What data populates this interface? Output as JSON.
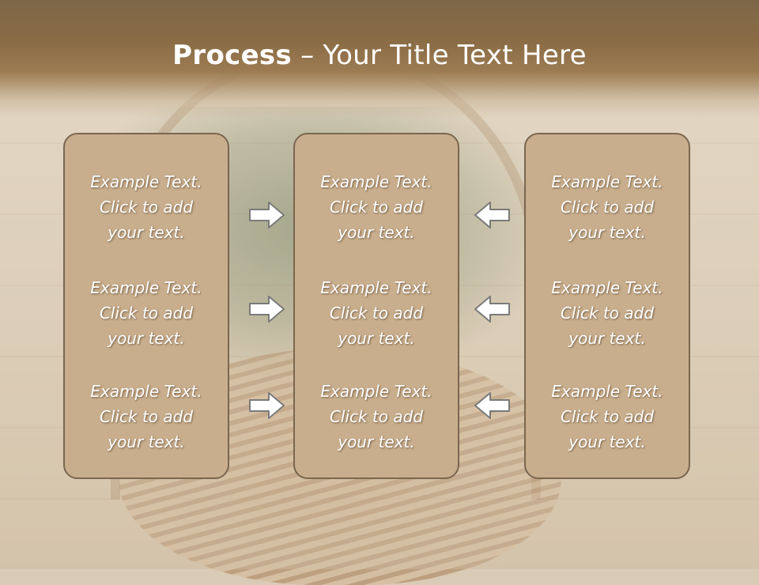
{
  "slide": {
    "title_bold": "Process",
    "title_sep": " – ",
    "title_rest": "Your Title Text Here"
  },
  "boxes": [
    {
      "items": [
        {
          "line1": "Example Text.",
          "line2": "Click  to add",
          "line3": "your text."
        },
        {
          "line1": "Example Text.",
          "line2": "Click  to add",
          "line3": "your text."
        },
        {
          "line1": "Example Text.",
          "line2": "Click  to add",
          "line3": "your text."
        }
      ]
    },
    {
      "items": [
        {
          "line1": "Example Text.",
          "line2": "Click  to add",
          "line3": "your text."
        },
        {
          "line1": "Example Text.",
          "line2": "Click  to add",
          "line3": "your text."
        },
        {
          "line1": "Example Text.",
          "line2": "Click  to add",
          "line3": "your text."
        }
      ]
    },
    {
      "items": [
        {
          "line1": "Example Text.",
          "line2": "Click  to add",
          "line3": "your text."
        },
        {
          "line1": "Example Text.",
          "line2": "Click  to add",
          "line3": "your text."
        },
        {
          "line1": "Example Text.",
          "line2": "Click  to add",
          "line3": "your text."
        }
      ]
    }
  ],
  "arrows": {
    "left_group": "arrow-right-icon",
    "right_group": "arrow-left-icon"
  },
  "colors": {
    "header": "#8a6c45",
    "box_fill": "#c8ae8d",
    "box_border": "#7a6650",
    "text": "#ffffff",
    "arrow_fill": "#ffffff",
    "arrow_stroke": "#7a7a7a"
  }
}
